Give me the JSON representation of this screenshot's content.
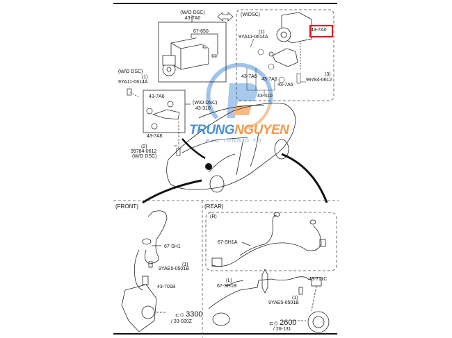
{
  "diagram": {
    "top_section": {
      "wo_dsc_unit": {
        "variant": "(W/O DSC)",
        "part": "43-7A0",
        "sub_part": "67-650"
      },
      "w_dsc_unit": {
        "variant": "(W/DSC)",
        "part": "43-7A0",
        "highlighted": true,
        "highlight_color": "#e0121a"
      },
      "w_dsc_labels": {
        "bolt_qty": "(1)",
        "bolt_part": "9YA11-0614A",
        "bushing_a": "43-7A6",
        "bushing_b": "43-7A6",
        "bushing_c": "43-7A6",
        "bracket": "43-310",
        "screw_qty": "(3)",
        "screw_part": "99784-0612"
      },
      "wo_dsc_labels": {
        "bolt_variant": "(W/O DSC)",
        "bolt_qty": "(1)",
        "bolt_part": "9YA11-0614A",
        "bushing_top": "43-7A6",
        "bushing_bottom": "43-7A6",
        "bracket_variant": "(W/O DSC)",
        "bracket": "43-310",
        "screw_qty": "(2)",
        "screw_part": "99784-0612",
        "screw_variant": "(W/O DSC)"
      }
    },
    "front_section": {
      "title": "(FRONT)",
      "sensor_harness": "67-SH1",
      "bolt_qty": "(1)",
      "bolt_part": "9YAE5-0501B",
      "sensor": "43-701B",
      "ref_group": "3300",
      "ref_sub": "/ 33-020Z"
    },
    "rear_section": {
      "title": "(REAR)",
      "right_label": "(R)",
      "right_harness": "67-SH1A",
      "left_label": "(L)",
      "left_harness": "67-SH1B",
      "sensor": "43-711C",
      "bolt_qty": "(1)",
      "bolt_part": "9YAE5-0501B",
      "ref_group": "2600",
      "ref_sub": "/ 26-131"
    },
    "watermark": {
      "brand_a": "TRUNG",
      "brand_b": "NGUYEN",
      "tagline": "PHỤ TÙNG Ô TÔ",
      "color_blue": "#4a8fd6",
      "color_orange": "#f29a4a"
    }
  }
}
